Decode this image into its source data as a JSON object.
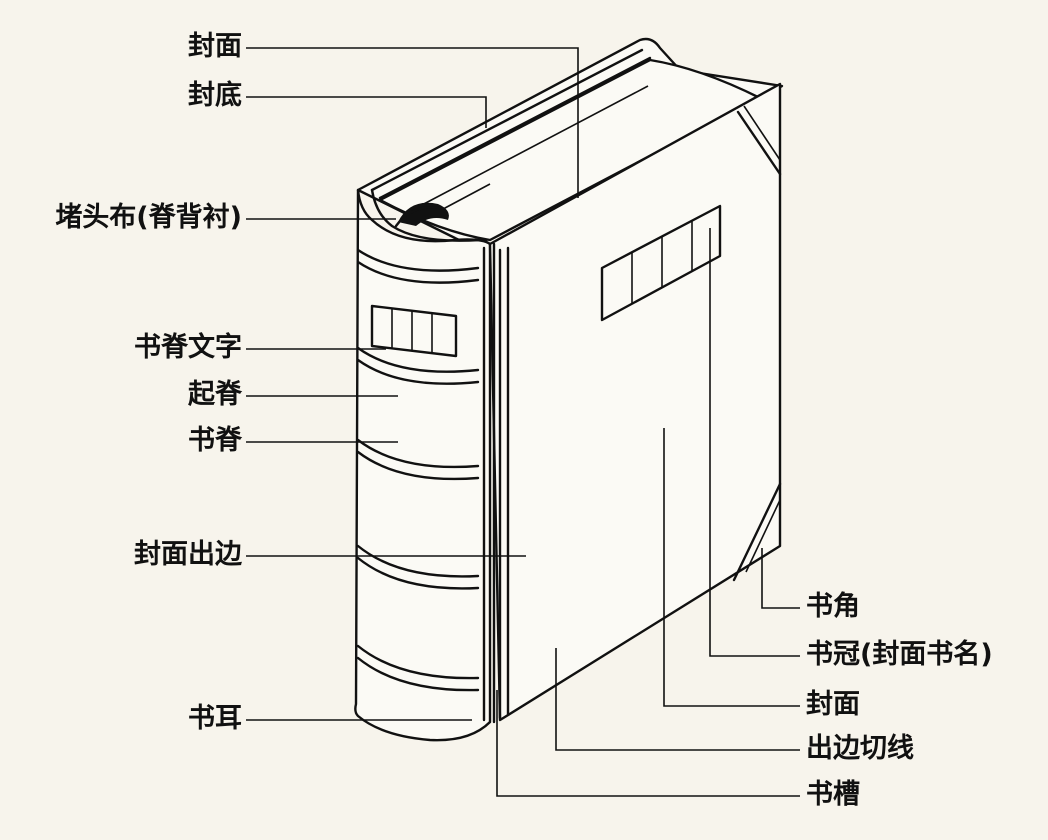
{
  "labels_left": [
    {
      "id": "cover-top",
      "text": "封面"
    },
    {
      "id": "back-cover",
      "text": "封底"
    },
    {
      "id": "headband",
      "text": "堵头布(脊背衬)"
    },
    {
      "id": "spine-title",
      "text": "书脊文字"
    },
    {
      "id": "raised-band",
      "text": "起脊"
    },
    {
      "id": "spine",
      "text": "书脊"
    },
    {
      "id": "cover-overhang",
      "text": "封面出边"
    },
    {
      "id": "book-ear",
      "text": "书耳"
    }
  ],
  "labels_right": [
    {
      "id": "book-corner",
      "text": "书角"
    },
    {
      "id": "book-crown",
      "text": "书冠(封面书名)"
    },
    {
      "id": "front-cover",
      "text": "封面"
    },
    {
      "id": "trim-line",
      "text": "出边切线"
    },
    {
      "id": "joint-groove",
      "text": "书槽"
    }
  ]
}
